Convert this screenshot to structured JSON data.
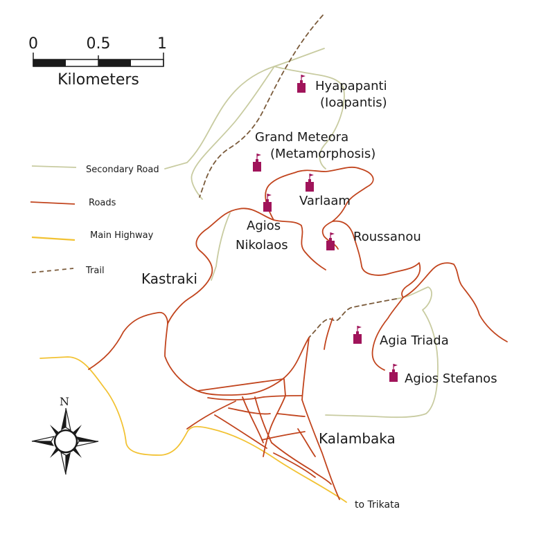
{
  "scale_bar": {
    "ticks": [
      "0",
      "0.5",
      "1"
    ],
    "unit_label": "Kilometers"
  },
  "legend": {
    "secondary_road": "Secondary Road",
    "roads": "Roads",
    "main_highway": "Main Highway",
    "trail": "Trail"
  },
  "compass": {
    "north_label": "N"
  },
  "places": {
    "kastraki": "Kastraki",
    "kalambaka": "Kalambaka",
    "to_trikata": "to Trikata"
  },
  "monasteries": {
    "hyapapanti": {
      "name": "Hyapapanti",
      "alt_name": "(Ioapantis)"
    },
    "grand_meteora": {
      "name": "Grand Meteora",
      "alt_name": "(Metamorphosis)"
    },
    "varlaam": {
      "name": "Varlaam"
    },
    "agios_nikolaos": {
      "name_line1": "Agios",
      "name_line2": "Nikolaos"
    },
    "roussanou": {
      "name": "Roussanou"
    },
    "agia_triada": {
      "name": "Agia Triada"
    },
    "agios_stefanos": {
      "name": "Agios Stefanos"
    }
  },
  "colors": {
    "secondary_road": "#c8cba0",
    "road": "#c1441d",
    "main_highway": "#f2c232",
    "trail": "#7a5a3a",
    "monastery": "#a0145a",
    "text": "#1a1a1a"
  }
}
